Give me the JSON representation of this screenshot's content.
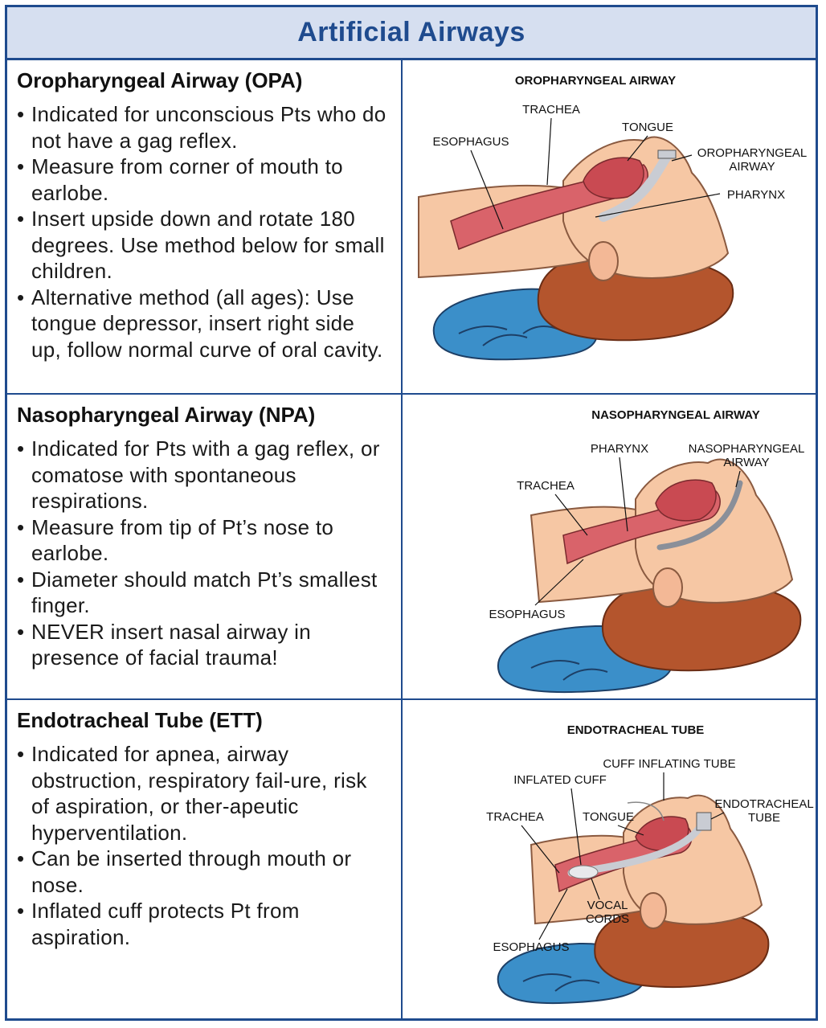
{
  "title": "Artificial Airways",
  "sections": [
    {
      "heading": "Oropharyngeal Airway (OPA)",
      "bullets": [
        "Indicated for unconscious Pts who do not have a gag reflex.",
        "Measure from corner of mouth to earlobe.",
        "Insert upside down and rotate 180 degrees. Use method below for small children.",
        "Alternative method (all ages): Use tongue depressor, insert right side up, follow normal curve of oral cavity."
      ],
      "diagram": {
        "title": "OROPHARYNGEAL AIRWAY",
        "labels": {
          "trachea": "TRACHEA",
          "tongue": "TONGUE",
          "esophagus": "ESOPHAGUS",
          "device_line1": "OROPHARYNGEAL",
          "device_line2": "AIRWAY",
          "pharynx": "PHARYNX"
        }
      }
    },
    {
      "heading": "Nasopharyngeal Airway (NPA)",
      "bullets": [
        "Indicated for Pts with a gag reflex, or comatose with spontaneous respirations.",
        "Measure from tip of Pt’s nose to earlobe.",
        "Diameter should match Pt’s smallest finger.",
        "NEVER insert nasal airway in presence of facial trauma!"
      ],
      "diagram": {
        "title": "NASOPHARYNGEAL AIRWAY",
        "labels": {
          "pharynx": "PHARYNX",
          "device_line1": "NASOPHARYNGEAL",
          "device_line2": "AIRWAY",
          "trachea": "TRACHEA",
          "esophagus": "ESOPHAGUS"
        }
      }
    },
    {
      "heading": "Endotracheal Tube (ETT)",
      "bullets": [
        "Indicated for apnea, airway obstruction, respiratory fail-ure, risk of aspiration, or ther-apeutic hyperventilation.",
        "Can be inserted through mouth or nose.",
        "Inflated cuff protects Pt from aspiration."
      ],
      "diagram": {
        "title": "ENDOTRACHEAL TUBE",
        "labels": {
          "cuff_tube": "CUFF INFLATING TUBE",
          "inflated_cuff": "INFLATED CUFF",
          "device_line1": "ENDOTRACHEAL",
          "device_line2": "TUBE",
          "trachea": "TRACHEA",
          "tongue": "TONGUE",
          "vocal_line1": "VOCAL",
          "vocal_line2": "CORDS",
          "esophagus": "ESOPHAGUS"
        }
      }
    }
  ],
  "colors": {
    "border": "#1f4b8e",
    "title_band": "#d6dff0",
    "skin": "#f6c7a4",
    "hair": "#b4552d",
    "pillow": "#3b8fc9",
    "tissue": "#d9636a",
    "device": "#c9ccd3"
  }
}
